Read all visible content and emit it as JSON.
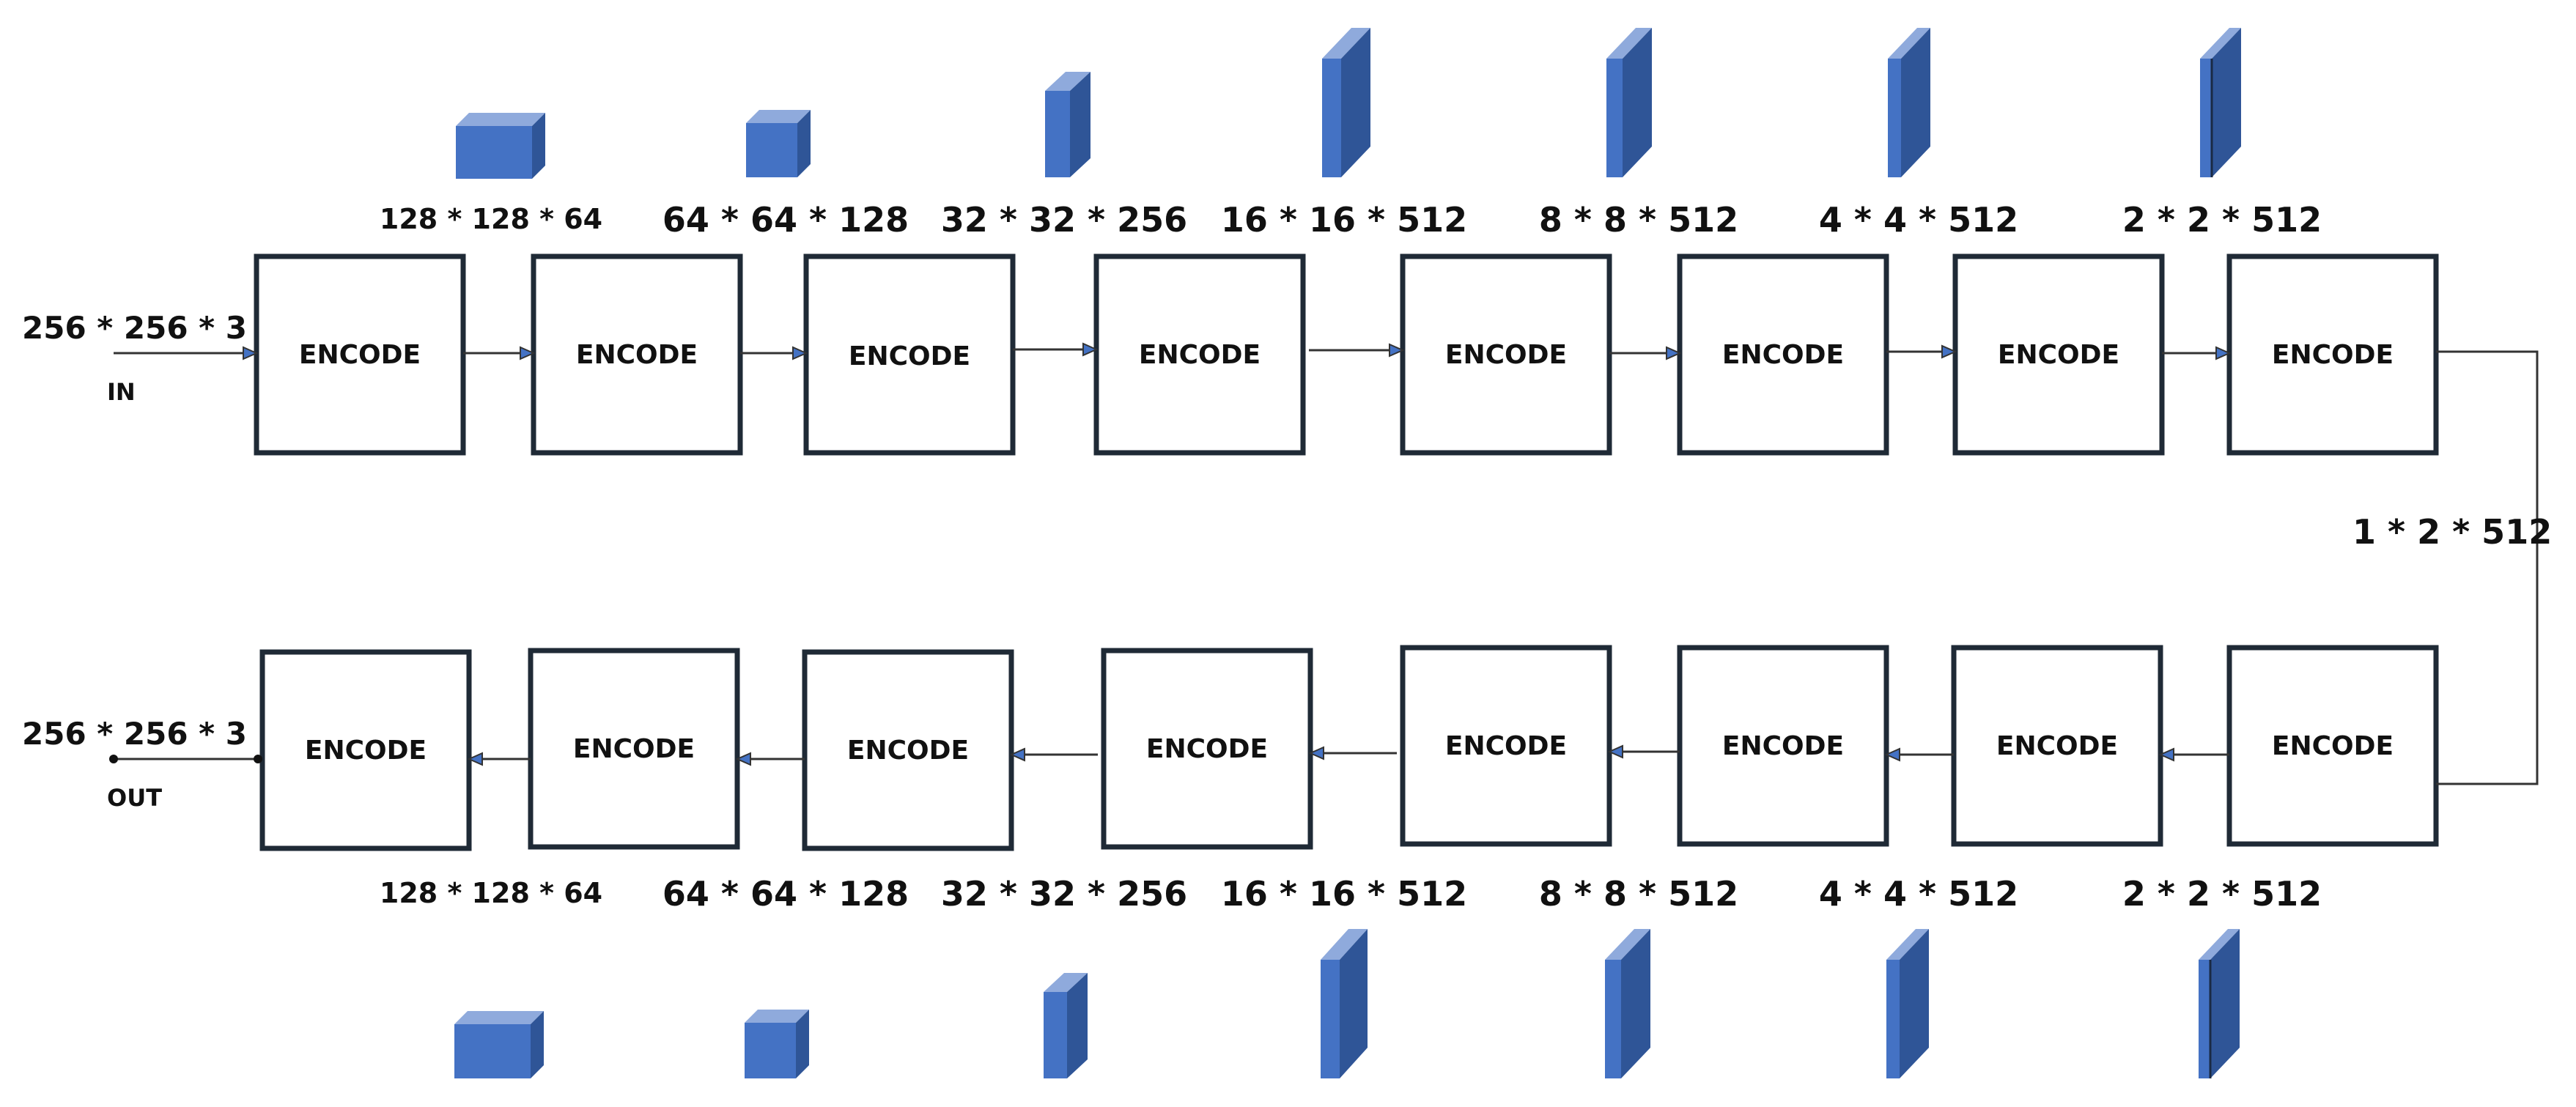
{
  "colors": {
    "box_stroke": "#1f2a36",
    "line": "#333333",
    "arrow_fill": "#4472c4",
    "cube_front": "#4472c4",
    "cube_top": "#8faadc",
    "cube_side": "#2f5597",
    "text": "#111111"
  },
  "input": {
    "dims": "256 * 256 * 3",
    "label": "IN"
  },
  "output": {
    "dims": "256 * 256 * 3",
    "label": "OUT"
  },
  "bottleneck": {
    "dims": "1 * 2 * 512"
  },
  "top_row": {
    "blocks": [
      "ENCODE",
      "ENCODE",
      "ENCODE",
      "ENCODE",
      "ENCODE",
      "ENCODE",
      "ENCODE",
      "ENCODE"
    ],
    "dims": [
      "128 * 128 * 64",
      "64 * 64 * 128",
      "32 * 32 * 256",
      "16 * 16 * 512",
      "8 * 8 * 512",
      "4 * 4 * 512",
      "2 * 2 * 512"
    ]
  },
  "bottom_row": {
    "blocks": [
      "ENCODE",
      "ENCODE",
      "ENCODE",
      "ENCODE",
      "ENCODE",
      "ENCODE",
      "ENCODE",
      "ENCODE"
    ],
    "dims": [
      "128 * 128 * 64",
      "64 * 64 * 128",
      "32 * 32 * 256",
      "16 * 16 * 512",
      "8 * 8 * 512",
      "4 * 4 * 512",
      "2 * 2 * 512"
    ]
  }
}
